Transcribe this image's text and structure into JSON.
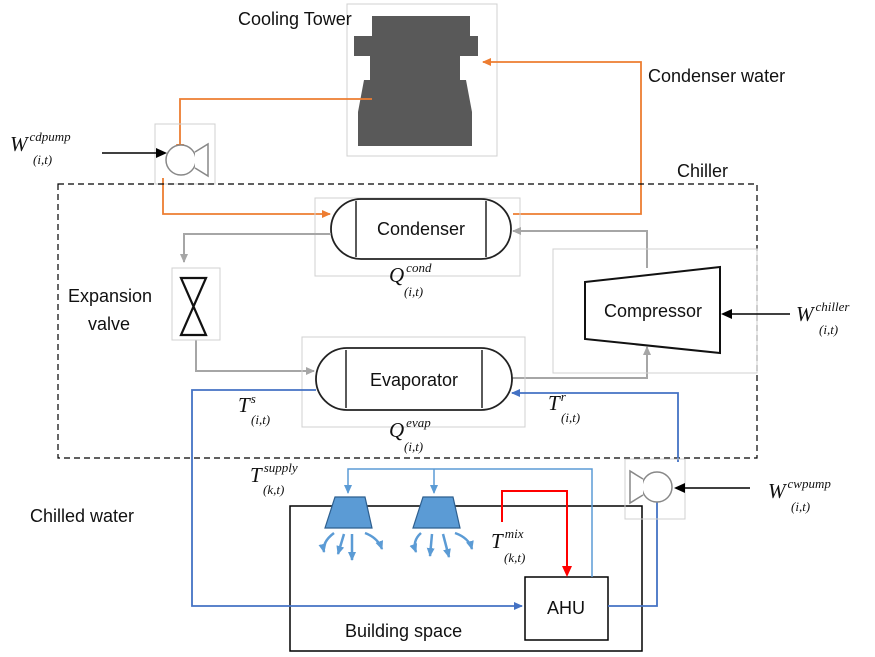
{
  "labels": {
    "cooling_tower": "Cooling Tower",
    "condenser_water": "Condenser water",
    "chiller": "Chiller",
    "condenser": "Condenser",
    "expansion_valve_line1": "Expansion",
    "expansion_valve_line2": "valve",
    "compressor": "Compressor",
    "evaporator": "Evaporator",
    "chilled_water": "Chilled water",
    "ahu": "AHU",
    "building_space": "Building space"
  },
  "symbols": {
    "w_cdpump": {
      "base": "W",
      "sup": "cdpump",
      "sub": "(i,t)"
    },
    "q_cond": {
      "base": "Q",
      "sup": "cond",
      "sub": "(i,t)"
    },
    "w_chiller": {
      "base": "W",
      "sup": "chiller",
      "sub": "(i,t)"
    },
    "t_s": {
      "base": "T",
      "sup": "s",
      "sub": "(i,t)"
    },
    "t_r": {
      "base": "T",
      "sup": "r",
      "sub": "(i,t)"
    },
    "q_evap": {
      "base": "Q",
      "sup": "evap",
      "sub": "(i,t)"
    },
    "t_supply": {
      "base": "T",
      "sup": "supply",
      "sub": "(k,t)"
    },
    "w_cwpump": {
      "base": "W",
      "sup": "cwpump",
      "sub": "(i,t)"
    },
    "t_mix": {
      "base": "T",
      "sup": "mix",
      "sub": "(k,t)"
    }
  },
  "colors": {
    "condenser_water": "#ed7d31",
    "refrigerant": "#a6a6a6",
    "chilled_water": "#4472c4",
    "mix_air": "#ff0000",
    "diffuser": "#5b9bd5",
    "tower": "#595959"
  }
}
